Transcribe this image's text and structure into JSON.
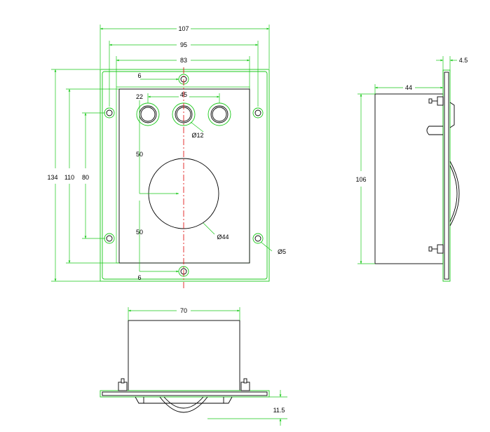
{
  "colors": {
    "dimension": "#19c919",
    "outline": "#000000",
    "centerline": "#e01b1b",
    "background": "#ffffff"
  },
  "front_view": {
    "dimensions": {
      "overall_width": "107",
      "hole_spacing_wide": "95",
      "hole_spacing_narrow": "83",
      "button_spacing": "45",
      "button_offset": "22",
      "button_diameter": "Ø12",
      "ball_diameter": "Ø44",
      "mount_hole_diameter": "Ø5",
      "overall_height": "134",
      "height_110": "110",
      "height_80": "80",
      "upper_half": "50",
      "lower_half": "50",
      "top_offset": "6",
      "bottom_offset": "6"
    }
  },
  "side_view": {
    "dimensions": {
      "depth": "44",
      "panel_thickness": "4.5",
      "body_height": "106"
    }
  },
  "bottom_view": {
    "dimensions": {
      "body_width": "70",
      "ball_protrusion": "11.5"
    }
  }
}
